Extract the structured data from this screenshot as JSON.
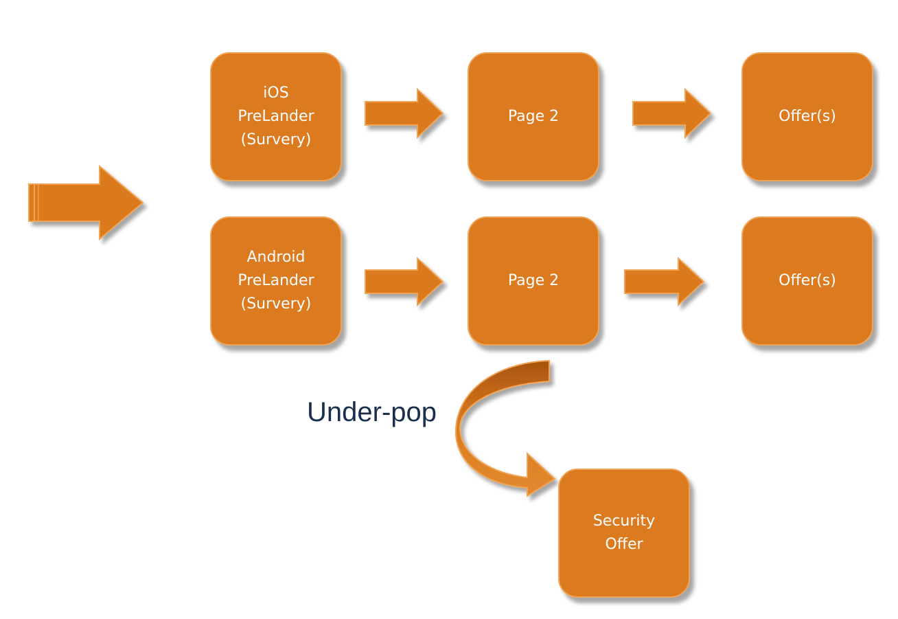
{
  "boxes": {
    "ios_prelander": "iOS\nPreLander\n(Survery)",
    "ios_page2": "Page 2",
    "ios_offers": "Offer(s)",
    "android_prelander": "Android\nPreLander\n(Survery)",
    "android_page2": "Page 2",
    "android_offers": "Offer(s)",
    "security_offer": "Security\nOffer"
  },
  "annotation": "Under-pop",
  "colors": {
    "box_fill": "#db7a1f",
    "box_border": "#f0a457",
    "curved_arrow_dark": "#b35c12",
    "text": "#1b2f4d"
  }
}
